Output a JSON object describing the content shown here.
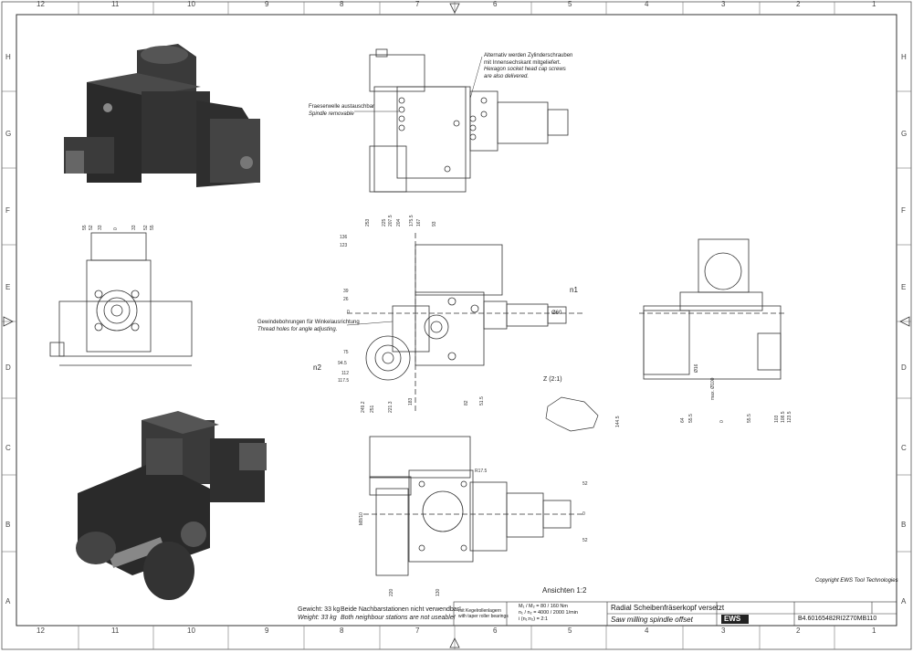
{
  "columns": [
    "12",
    "11",
    "10",
    "9",
    "8",
    "7",
    "6",
    "5",
    "4",
    "3",
    "2",
    "1"
  ],
  "rows": [
    "A",
    "B",
    "C",
    "D",
    "E",
    "F",
    "G",
    "H"
  ],
  "notes": {
    "alt_screws_de": "Alternativ werden Zylinderschrauben",
    "alt_screws_de2": "mit Innensechskant mitgeliefert.",
    "alt_screws_en": "Hexagon socket head cap screws",
    "alt_screws_en2": "are also delivered.",
    "spindle_de": "Fraeserwelle austauschbar",
    "spindle_en": "Spindle removable",
    "thread_de": "Gewindebohrungen für Winkelausrichtung",
    "thread_en": "Thread holes for angle adjusting.",
    "detail_z": "Z (2:1)",
    "views": "Ansichten 1:2",
    "n1": "n1",
    "n2": "n2"
  },
  "weight": {
    "de_label": "Gewicht: 33 kg",
    "en_label": "Weight: 33 kg"
  },
  "stations": {
    "de": "Beide Nachbarstationen nicht verwendbar!",
    "en": "Both neighbour stations are not useable!"
  },
  "title_block": {
    "bearing_de": "mit Kegelrollenlagern",
    "bearing_en": "with taper roller bearings",
    "torque": "M₁ / M₂ = 80 / 160 Nm",
    "speed": "n₁ / n₂ = 4000 / 2000  1/min",
    "ratio": "i  (n₁:n₂) = 2:1",
    "title_de": "Radial Scheibenfräserkopf versetzt",
    "title_en": "Saw milling spindle offset",
    "part_number": "B4.60165482RI2Z70MB110",
    "copyright": "Copyright EWS Tool Technologies",
    "company": "EWS"
  },
  "dims_left": [
    "55",
    "52",
    "33",
    "0",
    "33",
    "52",
    "55"
  ],
  "dims_top": [
    "253",
    "225",
    "207.5",
    "204",
    "175.5",
    "167",
    "93"
  ],
  "dims_vert_left": [
    "136",
    "123",
    "39",
    "26",
    "0",
    "75",
    "94.5",
    "112",
    "117.5"
  ],
  "dims_bottom": [
    "249.2",
    "251",
    "221.3",
    "183",
    "82",
    "51.5"
  ],
  "dims_right_view": [
    "Ø16",
    "max. Ø100",
    "144.5",
    "64",
    "55.5",
    "0",
    "55.5",
    "103",
    "108.5",
    "123.5"
  ],
  "dims_bottom_view": [
    "R17.5",
    "52",
    "0",
    "52",
    "M8/10",
    "220",
    "130"
  ],
  "shaft_dia": "Ø60"
}
